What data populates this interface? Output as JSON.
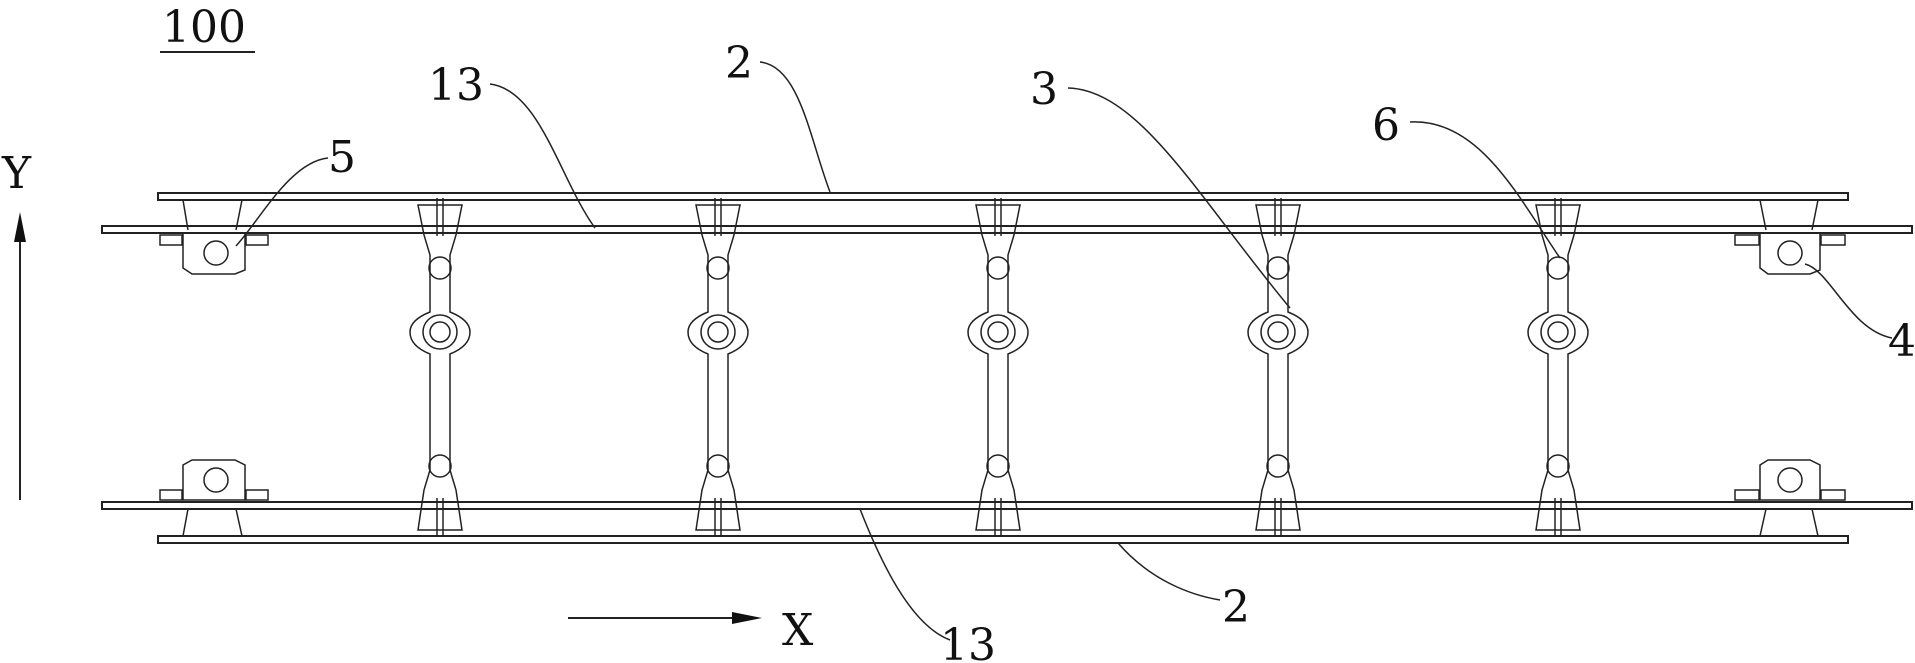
{
  "figure": {
    "id_label": "100",
    "labels": {
      "beam_top": "2",
      "beam_bottom": "2",
      "rail_top": "13",
      "rail_bottom": "13",
      "connector": "3",
      "joint": "6",
      "bracket_right": "4",
      "bracket_left": "5"
    },
    "axes": {
      "x": "X",
      "y": "Y"
    }
  }
}
